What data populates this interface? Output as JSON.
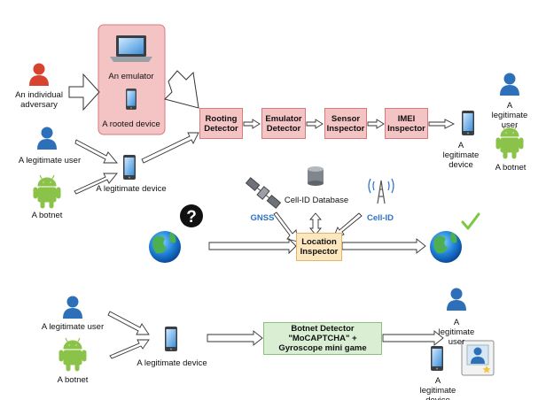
{
  "adversary": {
    "label": "An individual adversary"
  },
  "attack_box": {
    "emulator_label": "An emulator",
    "rooted_label": "A rooted device"
  },
  "left_top": {
    "legit_user_label": "A legitimate user",
    "botnet_label": "A botnet",
    "device_label": "A legitimate device"
  },
  "detectors": {
    "rooting": "Rooting Detector",
    "emulator": "Emulator Detector",
    "sensor": "Sensor Inspector",
    "imei": "IMEI Inspector"
  },
  "right_top": {
    "device_label": "A legitimate device",
    "user_label": "A legitimate user",
    "botnet_label": "A botnet"
  },
  "location": {
    "gnss": "GNSS",
    "cellid_db": "Cell-ID Database",
    "cellid": "Cell-ID",
    "inspector": "Location Inspector",
    "question": "?"
  },
  "bottom": {
    "user_label": "A legitimate user",
    "botnet_label": "A botnet",
    "device_label": "A legitimate device",
    "botnet_detector": "Botnet Detector \"MoCAPTCHA\" + Gyroscope mini game",
    "right_user_label": "A legitimate user",
    "right_device_label": "A legitimate device"
  },
  "colors": {
    "user_blue": "#2d6fb8",
    "adversary_red": "#d8432f",
    "android_green": "#8bc34a",
    "check_green": "#7ac943"
  }
}
